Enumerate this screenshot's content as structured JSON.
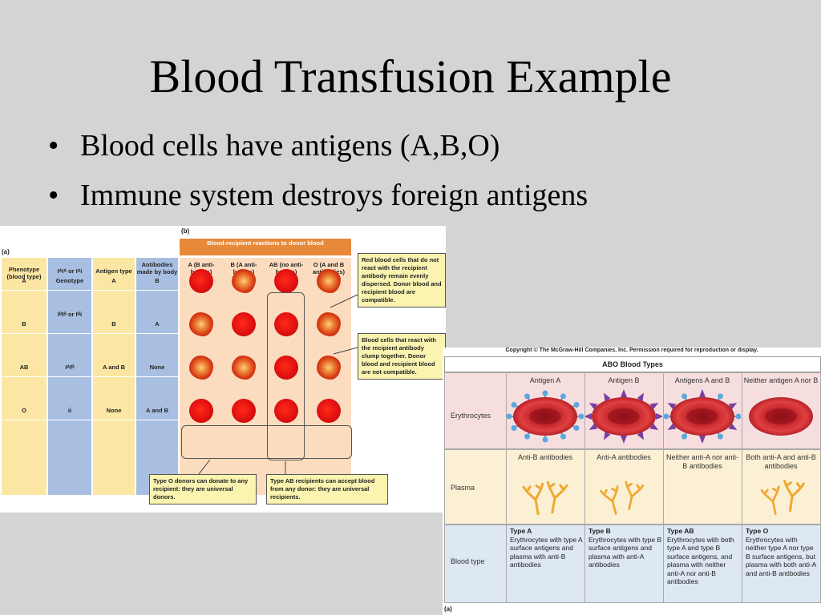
{
  "slide": {
    "title": "Blood Transfusion Example",
    "bullets": [
      "Blood cells have antigens (A,B,O)",
      "Immune system destroys foreign antigens"
    ],
    "bullet_char": "•"
  },
  "fig_transfusion": {
    "label_a": "(a)",
    "label_b": "(b)",
    "reactions_header": "Blood-recipient reactions to donor blood",
    "columns": {
      "phenotype": "Phenotype (blood type)",
      "genotype": "Genotype",
      "antigen": "Antigen type",
      "antibodies": "Antibodies made by body",
      "donor_a": "A (B anti-bodies)",
      "donor_b": "B (A anti-bodies)",
      "donor_ab": "AB (no anti-bodies)",
      "donor_o": "O (A and B antibodies)"
    },
    "rows": [
      {
        "phenotype": "A",
        "genotype": "IᴬIᴬ or Iᴬi",
        "antigen": "A",
        "antibodies": "B",
        "reactions": [
          "normal",
          "clump",
          "normal",
          "clump"
        ]
      },
      {
        "phenotype": "B",
        "genotype": "IᴮIᴮ or Iᴮi",
        "antigen": "B",
        "antibodies": "A",
        "reactions": [
          "clump",
          "normal",
          "normal",
          "clump"
        ]
      },
      {
        "phenotype": "AB",
        "genotype": "IᴬIᴮ",
        "antigen": "A and B",
        "antibodies": "None",
        "reactions": [
          "clump",
          "clump",
          "normal",
          "clump"
        ]
      },
      {
        "phenotype": "O",
        "genotype": "ii",
        "antigen": "None",
        "antibodies": "A and B",
        "reactions": [
          "normal",
          "normal",
          "normal",
          "normal"
        ]
      }
    ],
    "callouts": {
      "compatible": "Red blood cells that do not react with the recipient antibody remain evenly dispersed. Donor blood and recipient blood are compatible.",
      "clump": "Blood cells that react with the recipient antibody clump together. Donor blood and recipient blood are not compatible.",
      "type_o": "Type O donors can donate to any recipient: they are universal donors.",
      "type_ab": "Type AB recipients can accept blood from any donor: they are universal recipients."
    }
  },
  "fig_abo": {
    "copyright": "Copyright © The McGraw-Hill Companies, Inc. Permission required for reproduction or display.",
    "title": "ABO Blood Types",
    "row_labels": {
      "erythrocytes": "Erythrocytes",
      "plasma": "Plasma",
      "blood_type": "Blood type"
    },
    "columns": [
      {
        "header": "Antigen A",
        "plasma": "Anti-B antibodies",
        "type": "Type A",
        "desc": "Erythrocytes with type A surface antigens and plasma with anti-B antibodies"
      },
      {
        "header": "Antigen B",
        "plasma": "Anti-A antibodies",
        "type": "Type B",
        "desc": "Erythrocytes with type B surface antigens and plasma with anti-A antibodies"
      },
      {
        "header": "Antigens A and B",
        "plasma": "Neither anti-A nor anti-B antibodies",
        "type": "Type AB",
        "desc": "Erythrocytes with both type A and type B surface antigens, and plasma with neither anti-A nor anti-B antibodies"
      },
      {
        "header": "Neither antigen A nor B",
        "plasma": "Both anti-A and anti-B antibodies",
        "type": "Type O",
        "desc": "Erythrocytes with neither type A nor type B surface antigens, but plasma with both anti-A and anti-B antibodies"
      }
    ],
    "label_a": "(a)",
    "colors": {
      "antigen_a": "#5aa9de",
      "antigen_b": "#7a3fa0",
      "antibody": "#f0a830"
    }
  }
}
